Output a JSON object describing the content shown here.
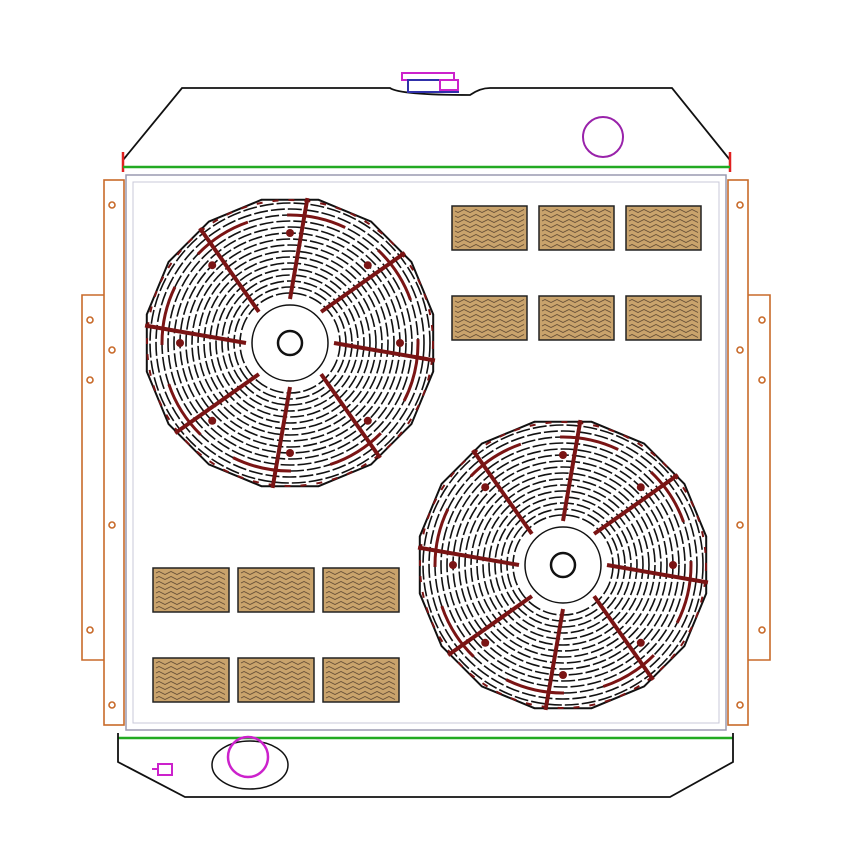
{
  "diagram": {
    "fan_count": 2,
    "fan_blade_count": 8,
    "grille_rows": 2,
    "grille_cols": 3
  },
  "colors": {
    "outline": "#111111",
    "tank_line": "#22aa22",
    "frame": "#c86a2a",
    "fan_spoke": "#7a1414",
    "cap": "#cc22cc",
    "grille_fill": "#c9a36c",
    "grille_hatch": "#3a2a20",
    "core_line": "#9a9ab0"
  }
}
